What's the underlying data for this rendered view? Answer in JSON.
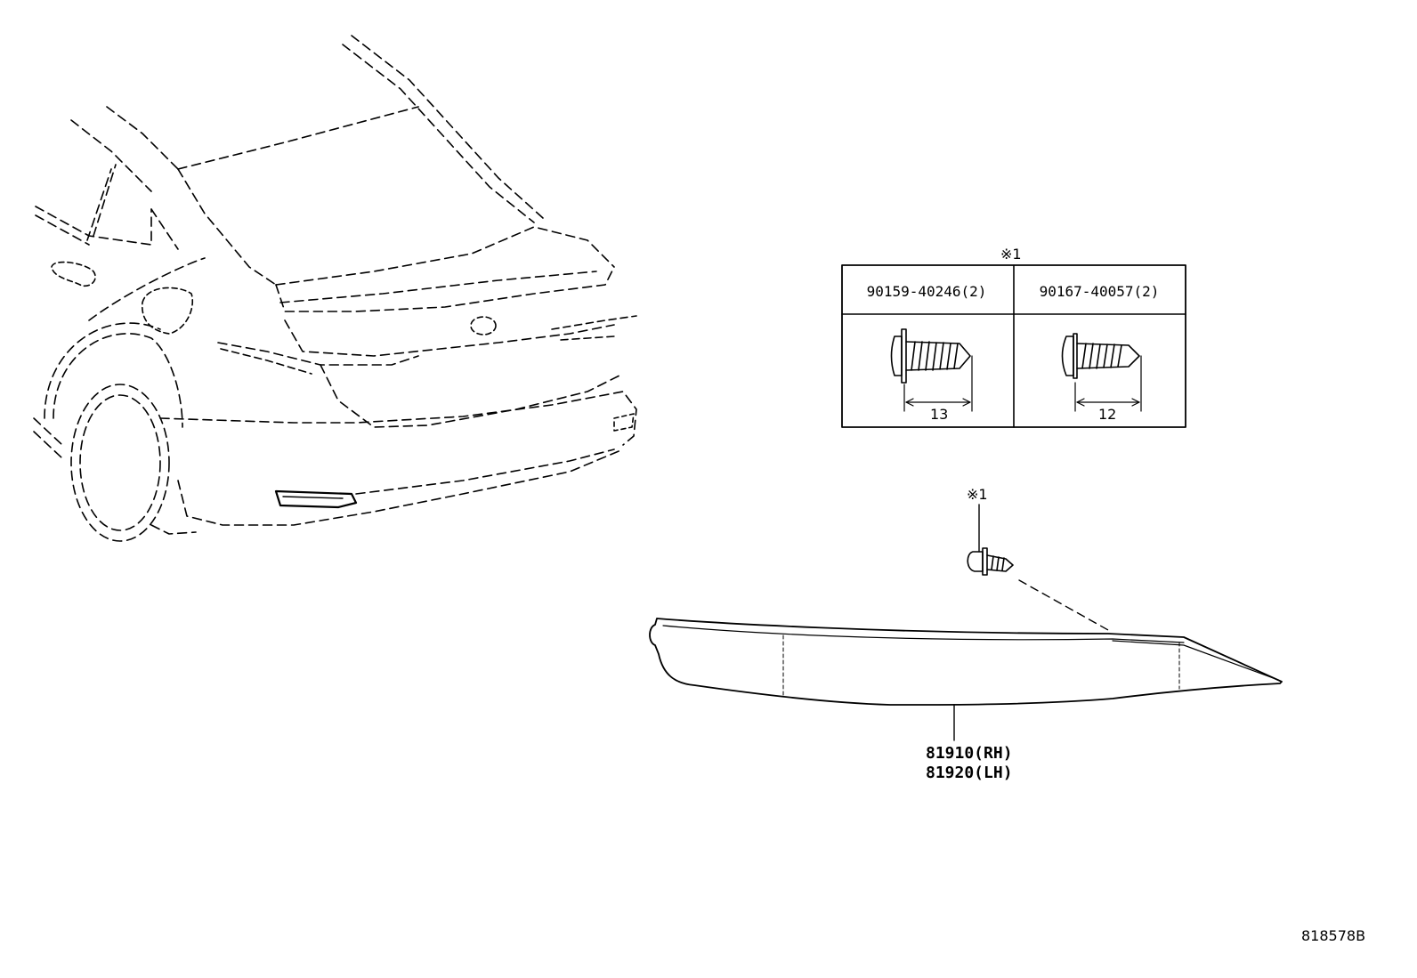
{
  "fastener_note_mark": "※1",
  "fastener_table": {
    "columns": [
      {
        "part_number": "90159-40246(2)",
        "length": "13"
      },
      {
        "part_number": "90167-40057(2)",
        "length": "12"
      }
    ]
  },
  "bolt_callout_mark": "※1",
  "part_callout": {
    "rh": "81910(RH)",
    "lh": "81920(LH)"
  },
  "diagram_code": "818578B"
}
